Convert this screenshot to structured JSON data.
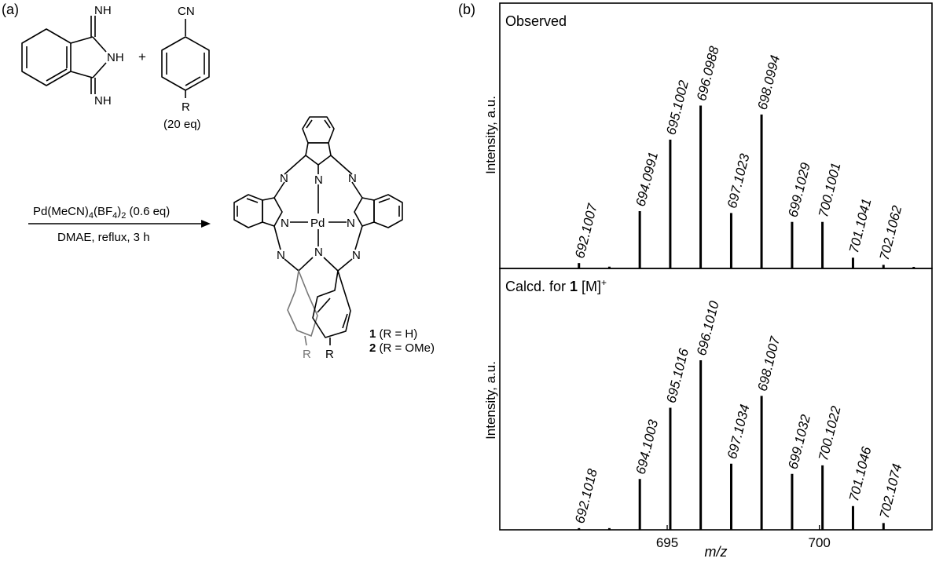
{
  "panels": {
    "a": "(a)",
    "b": "(b)"
  },
  "scheme": {
    "reactant1_atoms": [
      "NH",
      "NH",
      "NH"
    ],
    "plus": "+",
    "reactant2_group": "CN",
    "reactant2_sub": "R",
    "reactant2_eq": "(20 eq)",
    "reagent_parts": [
      "Pd(MeCN)",
      "4",
      "(BF",
      "4",
      ")",
      "2",
      " (0.6 eq)"
    ],
    "conditions": "DMAE, reflux, 3 h",
    "metal": "Pd",
    "ring_n": "N",
    "sub_r": "R",
    "compounds": [
      {
        "num": "1",
        "desc": " (R = H)"
      },
      {
        "num": "2",
        "desc": " (R = OMe)"
      }
    ]
  },
  "chart_data": [
    {
      "type": "bar",
      "title": "Observed",
      "ylabel": "Intensity, a.u.",
      "xlabel": "m/z",
      "xlim": [
        689.5,
        703.7
      ],
      "ylim": [
        0,
        100
      ],
      "x_ticks": [
        695,
        700
      ],
      "peaks": [
        {
          "x": 692.1007,
          "y": 3,
          "label": "692.1007"
        },
        {
          "x": 693.1,
          "y": 1,
          "label": ""
        },
        {
          "x": 694.0991,
          "y": 32,
          "label": "694.0991"
        },
        {
          "x": 695.1002,
          "y": 72,
          "label": "695.1002"
        },
        {
          "x": 696.0988,
          "y": 91,
          "label": "696.0988"
        },
        {
          "x": 697.1023,
          "y": 31,
          "label": "697.1023"
        },
        {
          "x": 698.0994,
          "y": 86,
          "label": "698.0994"
        },
        {
          "x": 699.1029,
          "y": 26,
          "label": "699.1029"
        },
        {
          "x": 700.1001,
          "y": 26,
          "label": "700.1001"
        },
        {
          "x": 701.1041,
          "y": 6,
          "label": "701.1041"
        },
        {
          "x": 702.1062,
          "y": 2,
          "label": "702.1062"
        },
        {
          "x": 703.1,
          "y": 0.5,
          "label": ""
        }
      ]
    },
    {
      "type": "bar",
      "title": "Calcd. for 1 [M]+",
      "title_parts": [
        "Calcd. for ",
        "1",
        " [M]",
        "+"
      ],
      "ylabel": "Intensity, a.u.",
      "xlabel": "m/z",
      "xlim": [
        689.5,
        703.7
      ],
      "ylim": [
        0,
        100
      ],
      "x_ticks": [
        695,
        700
      ],
      "peaks": [
        {
          "x": 692.1018,
          "y": 1,
          "label": "692.1018"
        },
        {
          "x": 693.1,
          "y": 1,
          "label": ""
        },
        {
          "x": 694.1003,
          "y": 30,
          "label": "694.1003"
        },
        {
          "x": 695.1016,
          "y": 72,
          "label": "695.1016"
        },
        {
          "x": 696.101,
          "y": 100,
          "label": "696.1010"
        },
        {
          "x": 697.1034,
          "y": 39,
          "label": "697.1034"
        },
        {
          "x": 698.1007,
          "y": 79,
          "label": "698.1007"
        },
        {
          "x": 699.1032,
          "y": 33,
          "label": "699.1032"
        },
        {
          "x": 700.1022,
          "y": 38,
          "label": "700.1022"
        },
        {
          "x": 701.1046,
          "y": 14,
          "label": "701.1046"
        },
        {
          "x": 702.1074,
          "y": 4,
          "label": "702.1074"
        }
      ]
    }
  ]
}
